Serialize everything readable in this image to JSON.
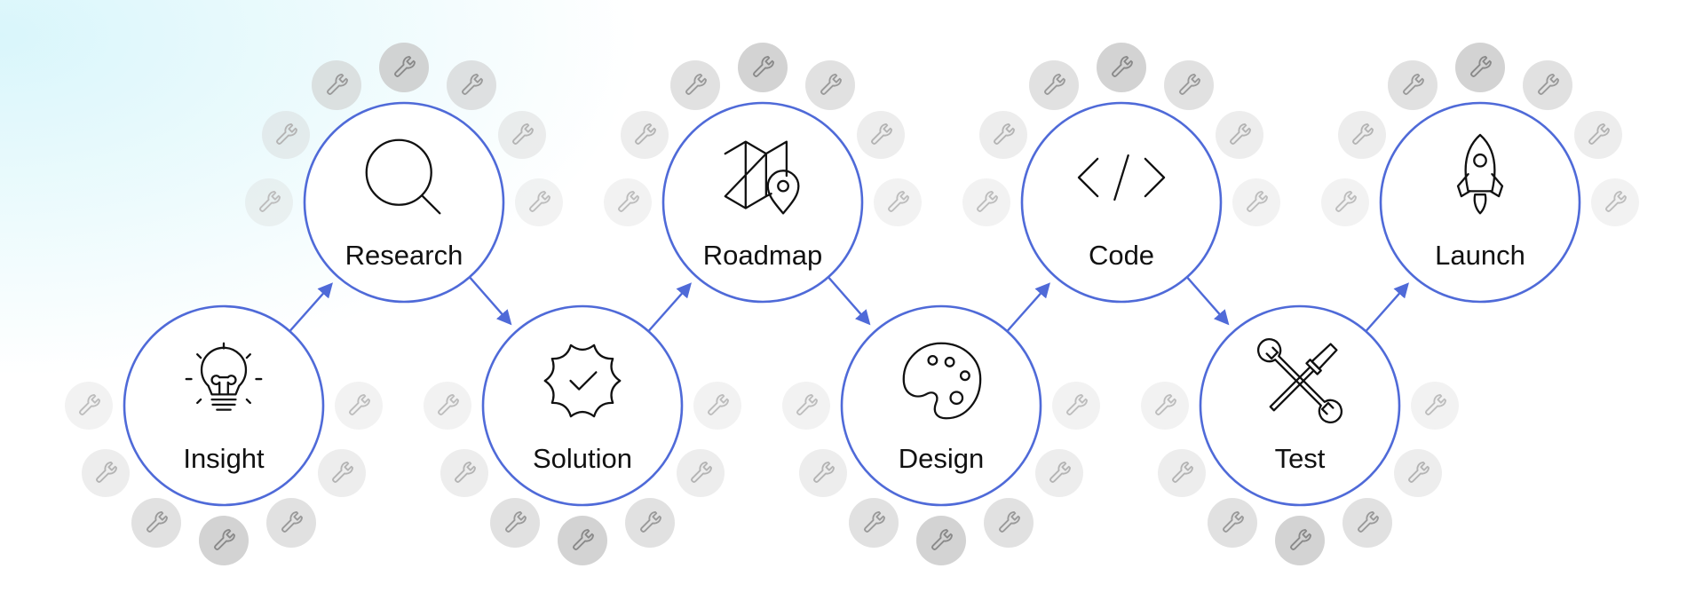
{
  "colors": {
    "accent": "#4f6ad8",
    "icon": "#111111",
    "background_tint": "#d9f6fb"
  },
  "stages": [
    {
      "id": "insight",
      "label": "Insight",
      "icon": "lightbulb-icon"
    },
    {
      "id": "research",
      "label": "Research",
      "icon": "magnifier-icon"
    },
    {
      "id": "solution",
      "label": "Solution",
      "icon": "verified-badge-icon"
    },
    {
      "id": "roadmap",
      "label": "Roadmap",
      "icon": "map-pin-icon"
    },
    {
      "id": "design",
      "label": "Design",
      "icon": "palette-icon"
    },
    {
      "id": "code",
      "label": "Code",
      "icon": "code-brackets-icon"
    },
    {
      "id": "test",
      "label": "Test",
      "icon": "wrench-screwdriver-icon"
    },
    {
      "id": "launch",
      "label": "Launch",
      "icon": "rocket-icon"
    }
  ],
  "decorations": {
    "icon": "wrench-icon"
  }
}
